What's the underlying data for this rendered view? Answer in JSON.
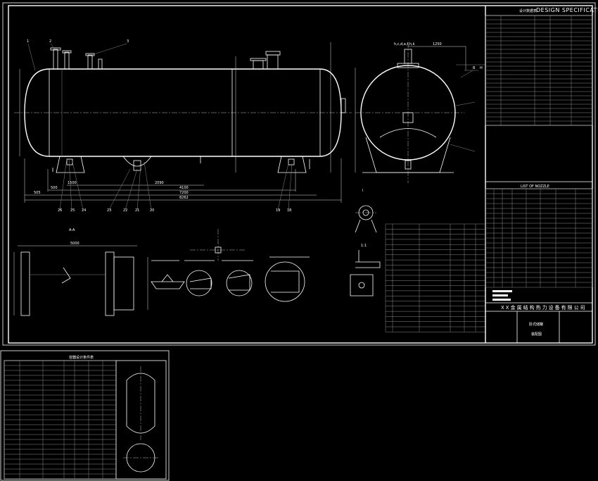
{
  "title_block": {
    "spec_heading_cn": "设计数据表",
    "spec_heading_en": "DESIGN SPECIFICATION",
    "nozzle_heading": "LIST OF NOZZLE",
    "company": "XX金属结构热力设备有限公司",
    "drawing_name": "卧式储罐",
    "drawing_type": "装配图"
  },
  "main_view": {
    "dimensions": [
      "1500",
      "2090",
      "4100",
      "7200",
      "8262",
      "500",
      "505"
    ],
    "part_callouts": [
      "26",
      "25",
      "24",
      "23",
      "22",
      "21",
      "20",
      "19",
      "18"
    ],
    "top_callouts": [
      "1",
      "2",
      "3"
    ]
  },
  "side_view": {
    "nozzle_label": "h,c,d,e,f,h,k",
    "dimension": "1250",
    "callouts": [
      "B",
      "H"
    ]
  },
  "section": {
    "label": "A-A",
    "dimension": "5000"
  },
  "detail_labels": [
    "I",
    "1:1"
  ],
  "secondary_sheet": {
    "title": "容器设计条件表"
  }
}
